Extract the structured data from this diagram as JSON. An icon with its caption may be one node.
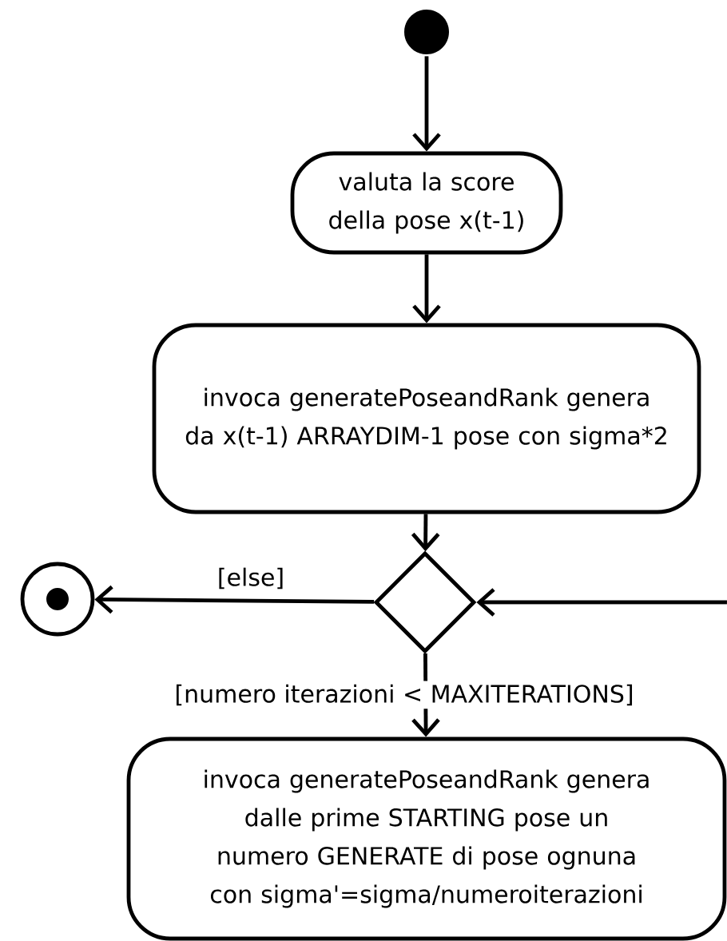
{
  "diagram": {
    "nodes": [
      {
        "text": [],
        "shape": "circle"
      },
      {
        "text": [
          "valuta la score della pose x(t-1)"
        ]
      },
      {
        "text": [
          "invoca generatePoseandRank genera da x(t-1) ARRAYDIM-1 pose con sigma*2"
        ]
      },
      {
        "text": [],
        "shape": "diamond"
      },
      {
        "text": [],
        "shape": "circle"
      },
      {
        "text": [
          "invoca generatePoseandRank genera dalle prime STARTING pose un numero GENERATE di pose ognuna con sigma'=sigma/numeroiterazioni"
        ]
      }
    ],
    "edges": [
      {
        "from": 0,
        "to": 1,
        "arrow": "to"
      },
      {
        "from": 1,
        "to": 2,
        "arrow": "to"
      },
      {
        "from": 2,
        "to": 3,
        "arrow": "to"
      },
      {
        "from": 3,
        "to": 4,
        "arrow": "to",
        "label": "[else]"
      },
      {
        "from": 3,
        "to": 5,
        "arrow": "to",
        "label": "[numero iterazioni < MAXITERATIONS]"
      },
      {
        "from": null,
        "to": 3,
        "arrow": "to"
      }
    ]
  }
}
